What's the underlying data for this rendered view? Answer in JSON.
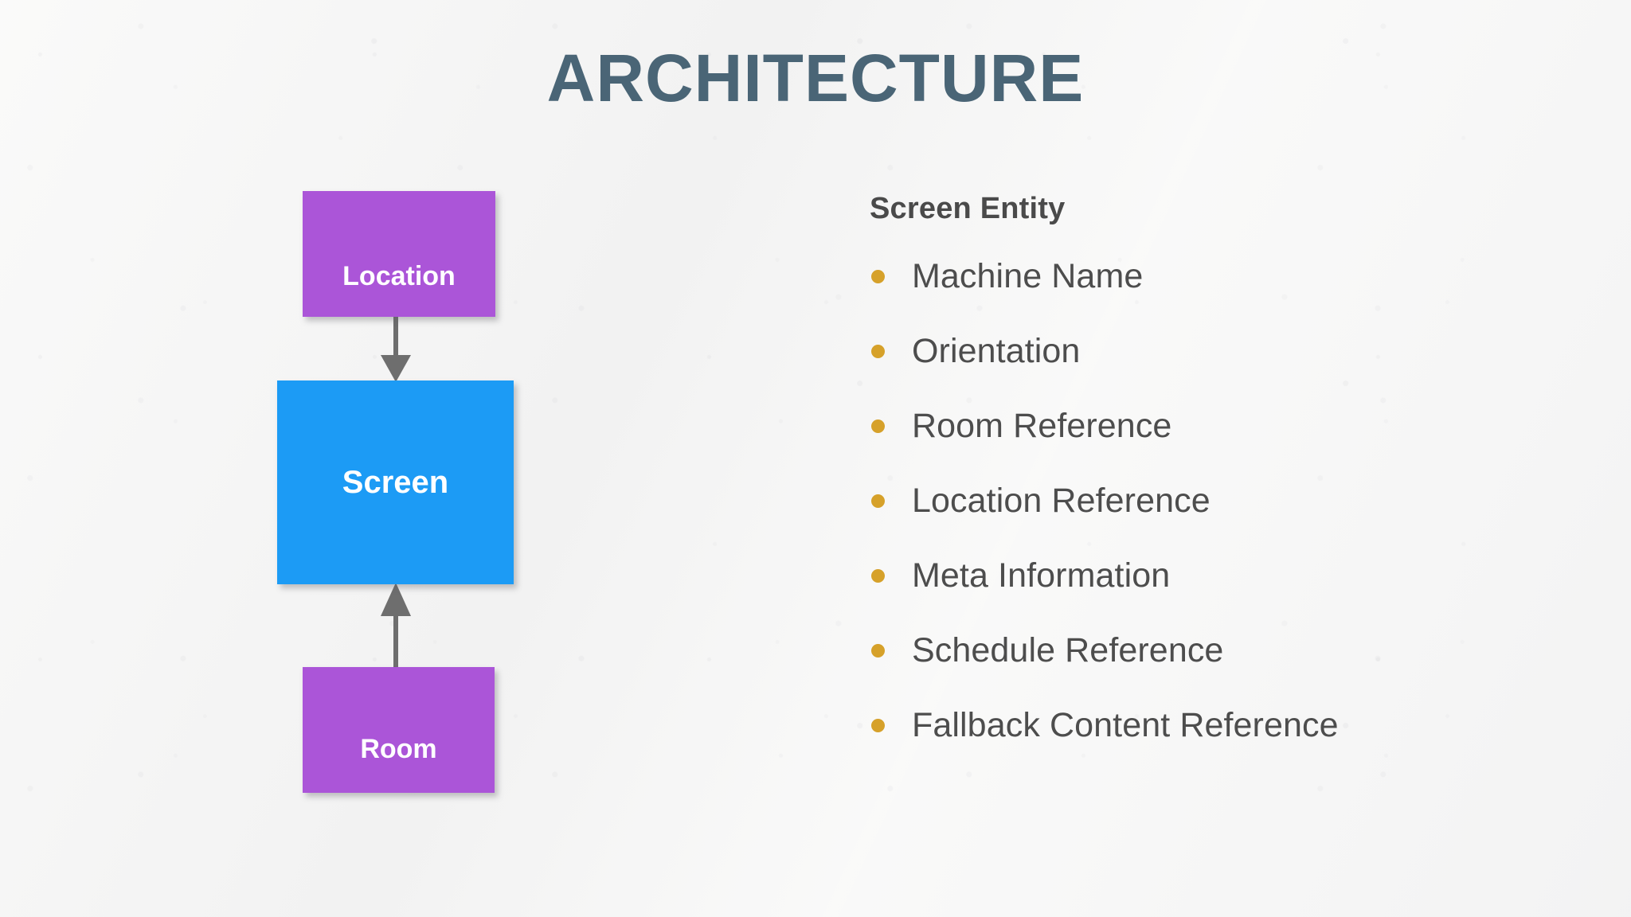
{
  "slide": {
    "title": "ARCHITECTURE",
    "background_color": "#f4f4f3",
    "title_color": "#4a6576"
  },
  "diagram": {
    "nodes": [
      {
        "id": "location",
        "label": "Location",
        "color": "#ab55d8",
        "text_color": "#ffffff"
      },
      {
        "id": "screen",
        "label": "Screen",
        "color": "#1c9bf5",
        "text_color": "#ffffff"
      },
      {
        "id": "room",
        "label": "Room",
        "color": "#ab55d8",
        "text_color": "#ffffff"
      }
    ],
    "connectors": [
      {
        "id": "location-to-screen",
        "from": "location",
        "to": "screen",
        "direction": "down",
        "color": "#6e6e6e"
      },
      {
        "id": "room-to-screen",
        "from": "room",
        "to": "screen",
        "direction": "up",
        "color": "#6e6e6e"
      }
    ]
  },
  "entity_panel": {
    "heading": "Screen Entity",
    "heading_color": "#4a4a4a",
    "bullet_color": "#d6a12a",
    "text_color": "#4d4d4d",
    "items": [
      {
        "label": "Machine Name"
      },
      {
        "label": "Orientation"
      },
      {
        "label": "Room Reference"
      },
      {
        "label": "Location Reference"
      },
      {
        "label": "Meta Information"
      },
      {
        "label": "Schedule Reference"
      },
      {
        "label": "Fallback Content Reference"
      }
    ]
  }
}
